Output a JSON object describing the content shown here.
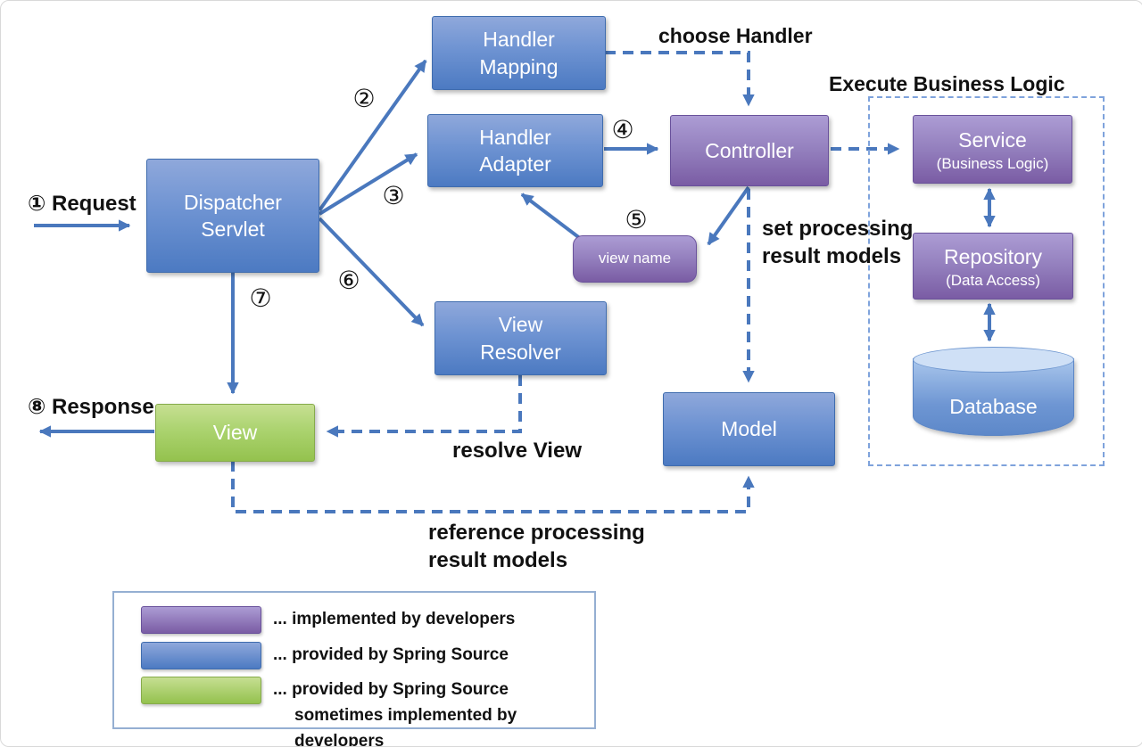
{
  "nodes": {
    "handler_mapping": {
      "label": "Handler\nMapping"
    },
    "handler_adapter": {
      "label": "Handler\nAdapter"
    },
    "dispatcher_servlet": {
      "label": "Dispatcher\nServlet"
    },
    "view_resolver": {
      "label": "View\nResolver"
    },
    "view": {
      "label": "View"
    },
    "controller": {
      "label": "Controller"
    },
    "view_name": {
      "label": "view name"
    },
    "model": {
      "label": "Model"
    },
    "service": {
      "label": "Service",
      "sublabel": "(Business Logic)"
    },
    "repository": {
      "label": "Repository",
      "sublabel": "(Data Access)"
    },
    "database": {
      "label": "Database"
    }
  },
  "steps": {
    "s1": "① Request",
    "s2": "②",
    "s3": "③",
    "s4": "④",
    "s5": "⑤",
    "s6": "⑥",
    "s7": "⑦",
    "s8": "⑧ Response"
  },
  "annotations": {
    "choose_handler": "choose Handler",
    "execute_business_logic": "Execute Business Logic",
    "set_processing_result_models": "set processing\nresult models",
    "resolve_view": "resolve View",
    "reference_processing_result_models": "reference processing\nresult models"
  },
  "legend": {
    "items": [
      {
        "swatch": "purple",
        "color": "#8E6BB0",
        "text": "... implemented by developers"
      },
      {
        "swatch": "blue",
        "color": "#5E87CC",
        "text": "... provided by Spring Source"
      },
      {
        "swatch": "green",
        "color": "#A9CE62",
        "text": "... provided by Spring Source",
        "text2": "sometimes implemented by developers"
      }
    ]
  },
  "colors": {
    "arrow": "#4A78BD",
    "blue_box_top": "#8FA8DB",
    "blue_box_bottom": "#4C7AC2",
    "purple_box_top": "#AC9CD4",
    "purple_box_bottom": "#7A5CA4",
    "green_box_top": "#C6DF92",
    "green_box_bottom": "#94C24E",
    "dashed_container_border": "#7FA3DC"
  }
}
